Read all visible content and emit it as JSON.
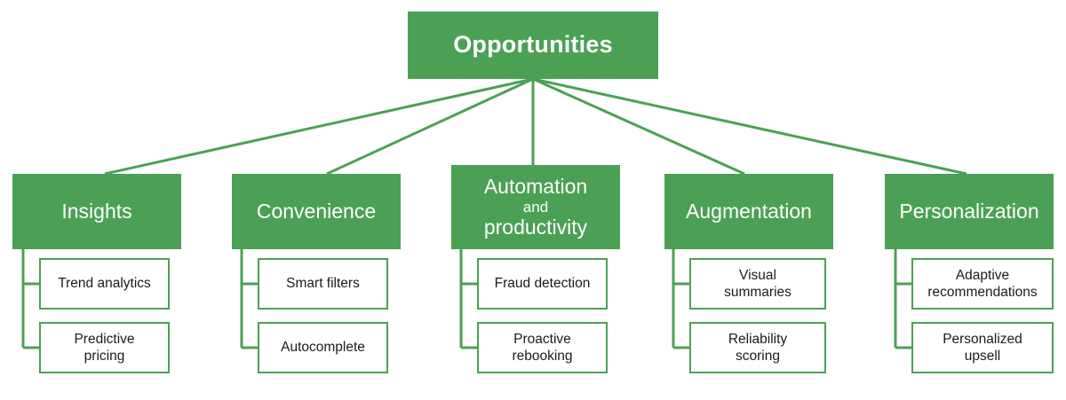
{
  "diagram": {
    "title": "Opportunities",
    "type": "tree-hierarchy",
    "orientation": "top-down",
    "background_color": "#ffffff",
    "accent_color": "#4CA055",
    "node_text_color": "#ffffff",
    "leaf_text_color": "#1b1b1b",
    "root": {
      "label": "Opportunities"
    },
    "branches": [
      {
        "label": "Insights",
        "label_lines": [
          "Insights"
        ],
        "children": [
          {
            "label": "Trend analytics",
            "label_lines": [
              "Trend analytics"
            ]
          },
          {
            "label": "Predictive pricing",
            "label_lines": [
              "Predictive",
              "pricing"
            ]
          }
        ]
      },
      {
        "label": "Convenience",
        "label_lines": [
          "Convenience"
        ],
        "children": [
          {
            "label": "Smart filters",
            "label_lines": [
              "Smart filters"
            ]
          },
          {
            "label": "Autocomplete",
            "label_lines": [
              "Autocomplete"
            ]
          }
        ]
      },
      {
        "label": "Automation and productivity",
        "label_lines": [
          "Automation",
          "and",
          "productivity"
        ],
        "children": [
          {
            "label": "Fraud detection",
            "label_lines": [
              "Fraud detection"
            ]
          },
          {
            "label": "Proactive rebooking",
            "label_lines": [
              "Proactive",
              "rebooking"
            ]
          }
        ]
      },
      {
        "label": "Augmentation",
        "label_lines": [
          "Augmentation"
        ],
        "children": [
          {
            "label": "Visual summaries",
            "label_lines": [
              "Visual",
              "summaries"
            ]
          },
          {
            "label": "Reliability scoring",
            "label_lines": [
              "Reliability",
              "scoring"
            ]
          }
        ]
      },
      {
        "label": "Personalization",
        "label_lines": [
          "Personalization"
        ],
        "children": [
          {
            "label": "Adaptive recommendations",
            "label_lines": [
              "Adaptive",
              "recommendations"
            ]
          },
          {
            "label": "Personalized upsell",
            "label_lines": [
              "Personalized",
              "upsell"
            ]
          }
        ]
      }
    ]
  }
}
